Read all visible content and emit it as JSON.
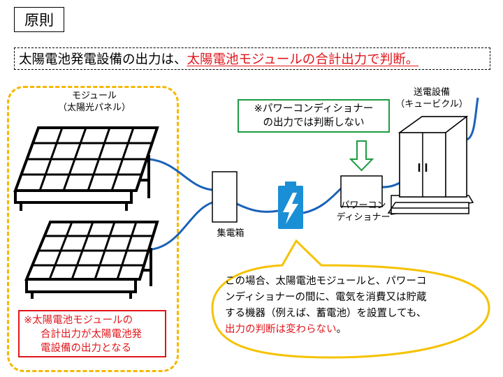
{
  "title": "原則",
  "headline": {
    "prefix": "太陽電池発電設備の出力は、",
    "emphasis": "太陽電池モジュールの合計出力で判断。"
  },
  "module": {
    "label_line1": "モジュール",
    "label_line2": "（太陽光パネル）"
  },
  "cubicle": {
    "label_line1": "送電設備",
    "label_line2": "（キュービクル）"
  },
  "junction_box": {
    "label": "集電箱"
  },
  "power_conditioner": {
    "label_line1": "パワーコン",
    "label_line2": "ディショナー"
  },
  "green_note": {
    "line1": "※パワーコンディショナー",
    "line2": "の出力では判断しない"
  },
  "red_note": {
    "line1": "※太陽電池モジュールの",
    "line2": "合計出力が太陽電池発",
    "line3": "電設備の出力となる"
  },
  "callout": {
    "text_main": "この場合、太陽電池モジュールと、パワーコンディショナーの間に、電気を消費又は貯蔵する機器（例えば、蓄電池）を設置しても、",
    "text_red": "出力の判断は変わらない",
    "text_end": "。"
  },
  "colors": {
    "accent_red": "#e0161c",
    "frame_yellow": "#f5b800",
    "note_green": "#1e9a42",
    "cable_blue": "#1a62b8",
    "battery_blue": "#1a8fd6",
    "callout_border": "#f5c200"
  },
  "icons": [
    "solar-panel-icon",
    "junction-box-icon",
    "battery-icon",
    "power-conditioner-icon",
    "cubicle-icon",
    "down-arrow-icon"
  ]
}
